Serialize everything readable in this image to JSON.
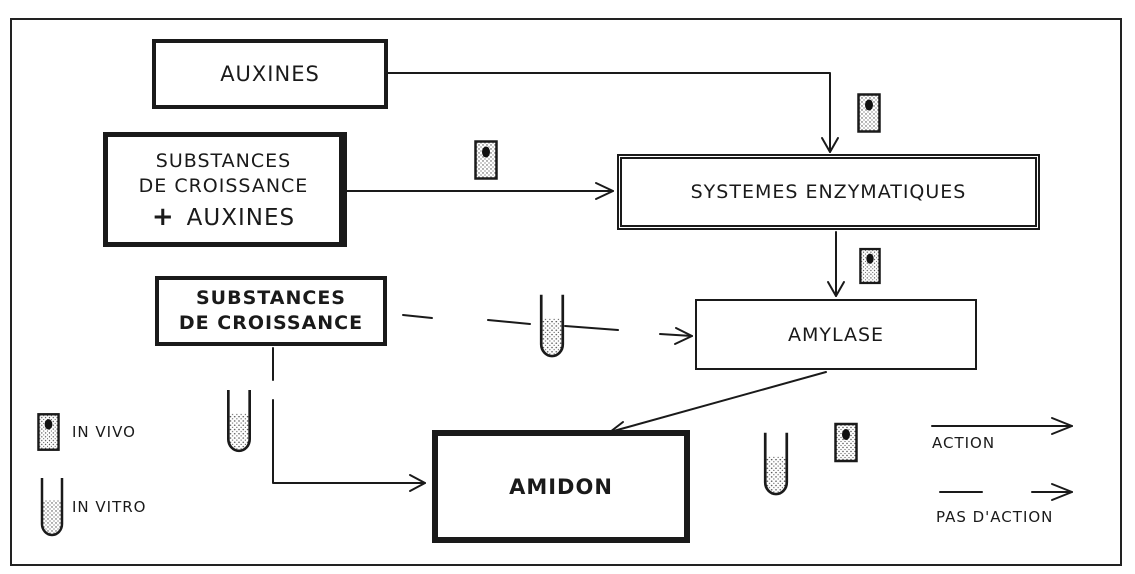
{
  "boxes": {
    "auxines": "AUXINES",
    "substances_auxines": {
      "line1": "SUBSTANCES",
      "line2": "DE CROISSANCE",
      "plus": "+",
      "line3": "AUXINES"
    },
    "systemes": "SYSTEMES ENZYMATIQUES",
    "substances": {
      "line1": "SUBSTANCES",
      "line2": "DE CROISSANCE"
    },
    "amylase": "AMYLASE",
    "amidon": "AMIDON"
  },
  "legend": {
    "in_vivo": "IN VIVO",
    "in_vitro": "IN VITRO",
    "action": "ACTION",
    "pas_action": "PAS D'ACTION"
  }
}
